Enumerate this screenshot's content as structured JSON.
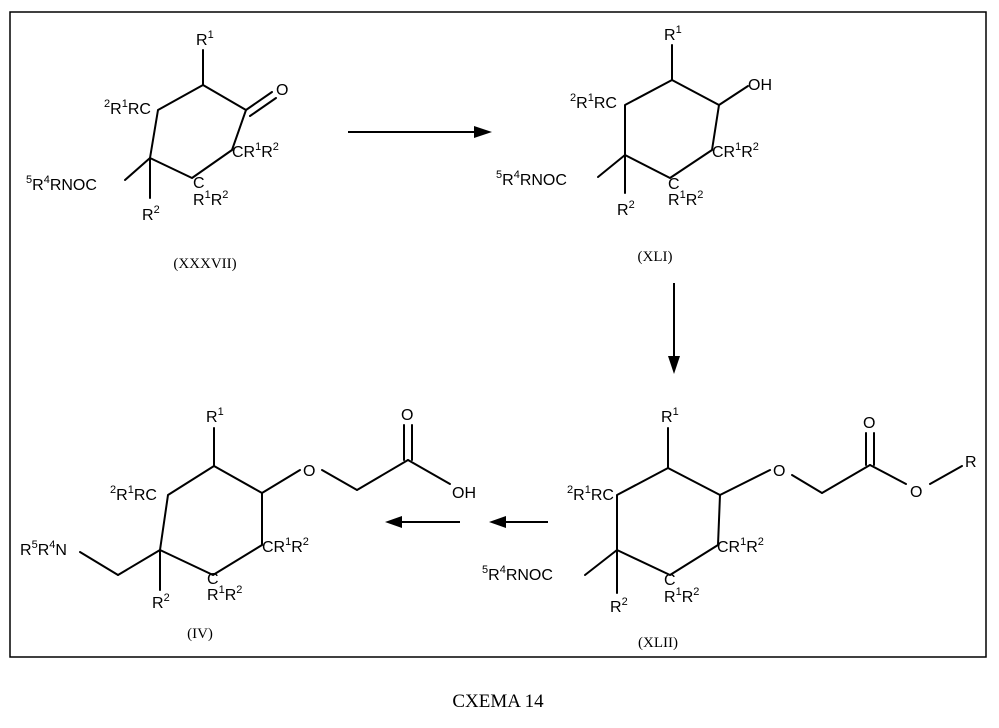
{
  "compounds": [
    {
      "label": "(XXXVII)"
    },
    {
      "label": "(XLI)"
    },
    {
      "label": "(XLII)"
    },
    {
      "label": "(IV)"
    }
  ],
  "caption": "CXEMA 14",
  "atoms": {
    "oxygen": "O",
    "hydroxyl": "OH",
    "r_group": "R",
    "r1": "R",
    "r1_sup": "1",
    "r2": "R",
    "r2_sup": "2",
    "r2r1c_pre": "2",
    "r2r1c_mid": "R",
    "r2r1c_sup": "1",
    "r2r1c_end": "RC",
    "cr1r2_main": "CR",
    "cr1r2_sup1": "1",
    "cr1r2_r": "R",
    "cr1r2_sup2": "2",
    "c_low": "C",
    "r1r2_r": "R",
    "r1r2_sup1": "1",
    "r1r2_r2": "R",
    "r1r2_sup2": "2",
    "amide_pre": "5",
    "amide_r": "R",
    "amide_sup": "4",
    "amide_end": "RNOC",
    "amine_r": "R",
    "amine_sup1": "5",
    "amine_r2": "R",
    "amine_sup2": "4",
    "amine_n": "N"
  }
}
